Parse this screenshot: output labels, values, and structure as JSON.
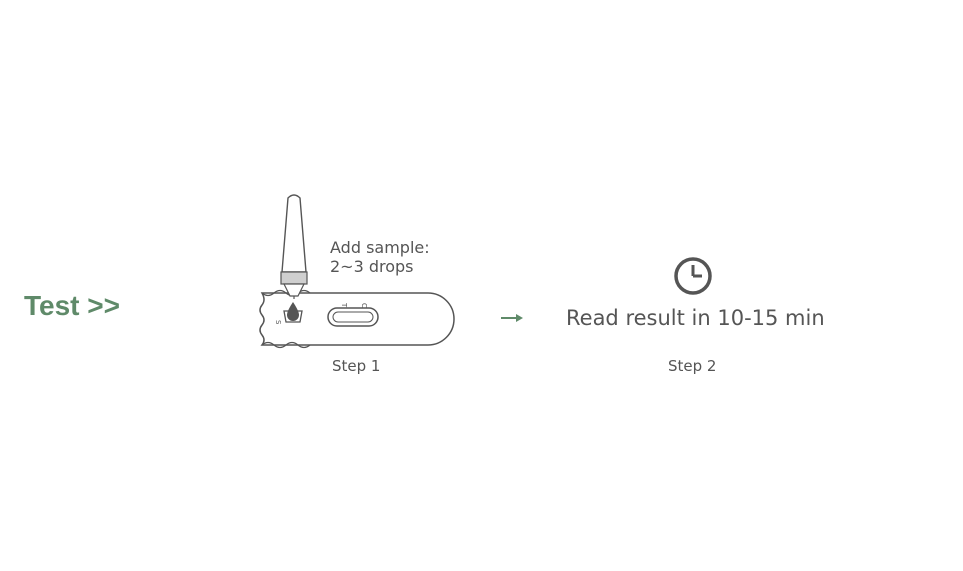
{
  "heading": "Test >>",
  "step1": {
    "instruction_line1": "Add sample:",
    "instruction_line2": "2~3 drops",
    "label": "Step 1",
    "cassette_marks": {
      "sample": "S",
      "test": "T",
      "control": "C"
    }
  },
  "step2": {
    "text": "Read result in 10-15 min",
    "label": "Step 2"
  },
  "icons": [
    "dropper-icon",
    "drop-icon",
    "test-cassette-icon",
    "arrow-right-icon",
    "clock-icon"
  ],
  "colors": {
    "accent": "#5f8a69",
    "text": "#555555",
    "line": "#555555"
  }
}
